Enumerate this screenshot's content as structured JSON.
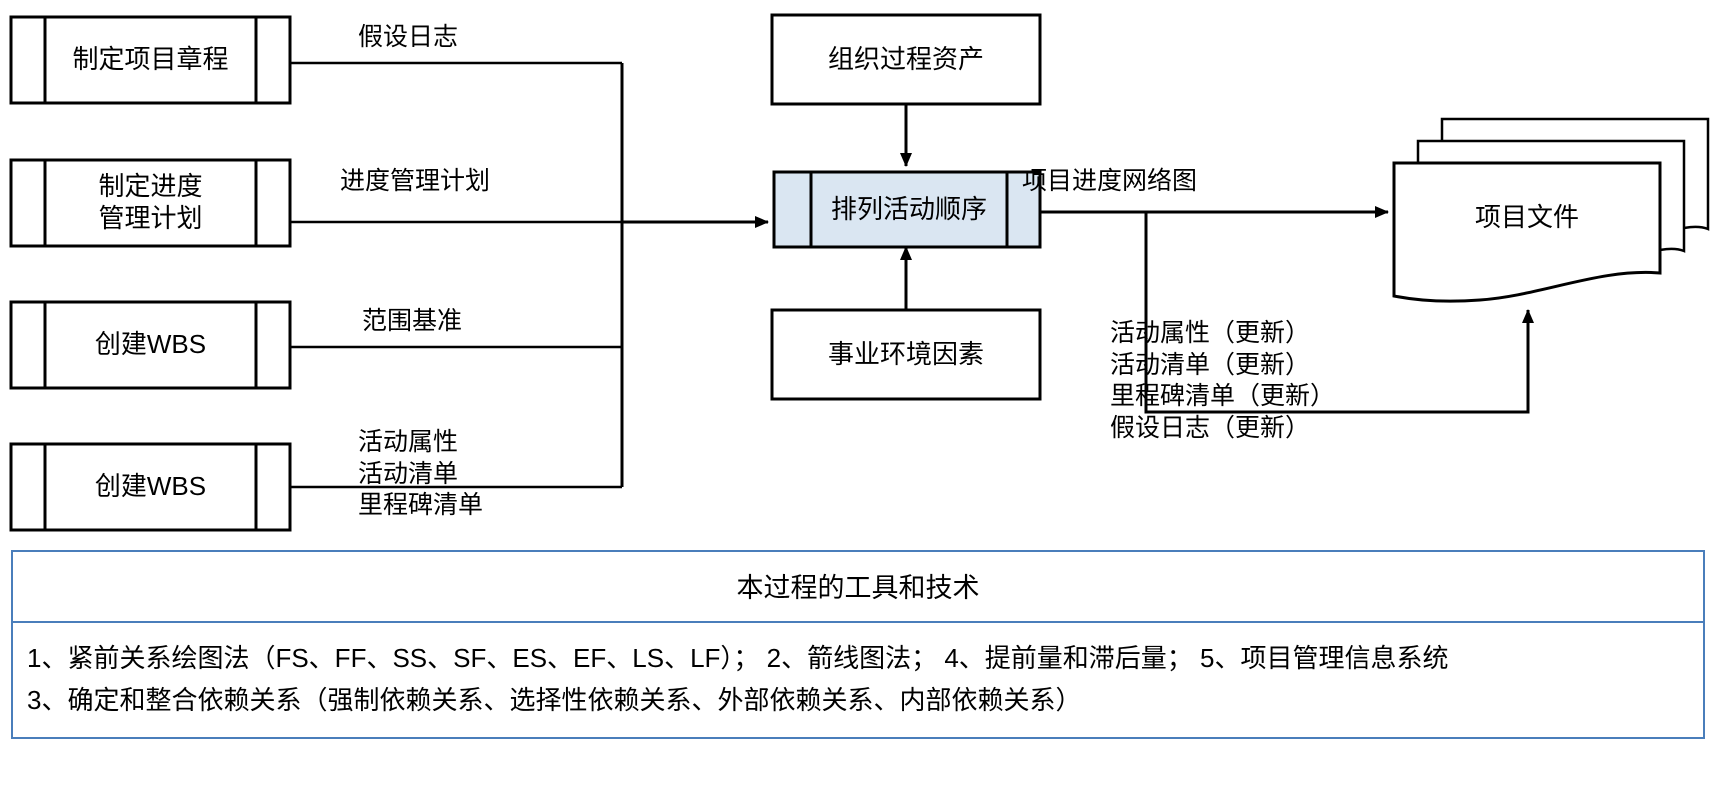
{
  "diagram": {
    "title_semantic": "project-schedule-sequence-activities-itto",
    "accent_blue": "#4a7ebb",
    "process_fill": "#dae6f2",
    "stroke": "#000000"
  },
  "inputs": [
    {
      "id": "develop-project-charter",
      "label": "制定项目章程"
    },
    {
      "id": "plan-schedule-management",
      "label": "制定进度\n管理计划"
    },
    {
      "id": "create-wbs-1",
      "label": "创建WBS"
    },
    {
      "id": "create-wbs-2",
      "label": "创建WBS"
    }
  ],
  "input_edge_labels": [
    {
      "id": "assumption-log",
      "text": "假设日志"
    },
    {
      "id": "schedule-management-plan",
      "text": "进度管理计划"
    },
    {
      "id": "scope-baseline",
      "text": "范围基准"
    },
    {
      "id": "activity-artifacts",
      "text": "活动属性\n活动清单\n里程碑清单"
    }
  ],
  "context_inputs": [
    {
      "id": "organizational-process-assets",
      "label": "组织过程资产"
    },
    {
      "id": "enterprise-environmental-factors",
      "label": "事业环境因素"
    }
  ],
  "process": {
    "id": "sequence-activities",
    "label": "排列活动顺序"
  },
  "outputs": {
    "document": {
      "id": "project-documents",
      "label": "项目文件"
    },
    "primary_edge_label": "项目进度网络图",
    "update_edge_label": "活动属性（更新）\n活动清单（更新）\n里程碑清单（更新）\n假设日志（更新）"
  },
  "tools_table": {
    "header": "本过程的工具和技术",
    "rows": [
      "1、紧前关系绘图法（FS、FF、SS、SF、ES、EF、LS、LF）；  2、箭线图法；  4、提前量和滞后量；  5、项目管理信息系统",
      "3、确定和整合依赖关系（强制依赖关系、选择性依赖关系、外部依赖关系、内部依赖关系）"
    ]
  }
}
